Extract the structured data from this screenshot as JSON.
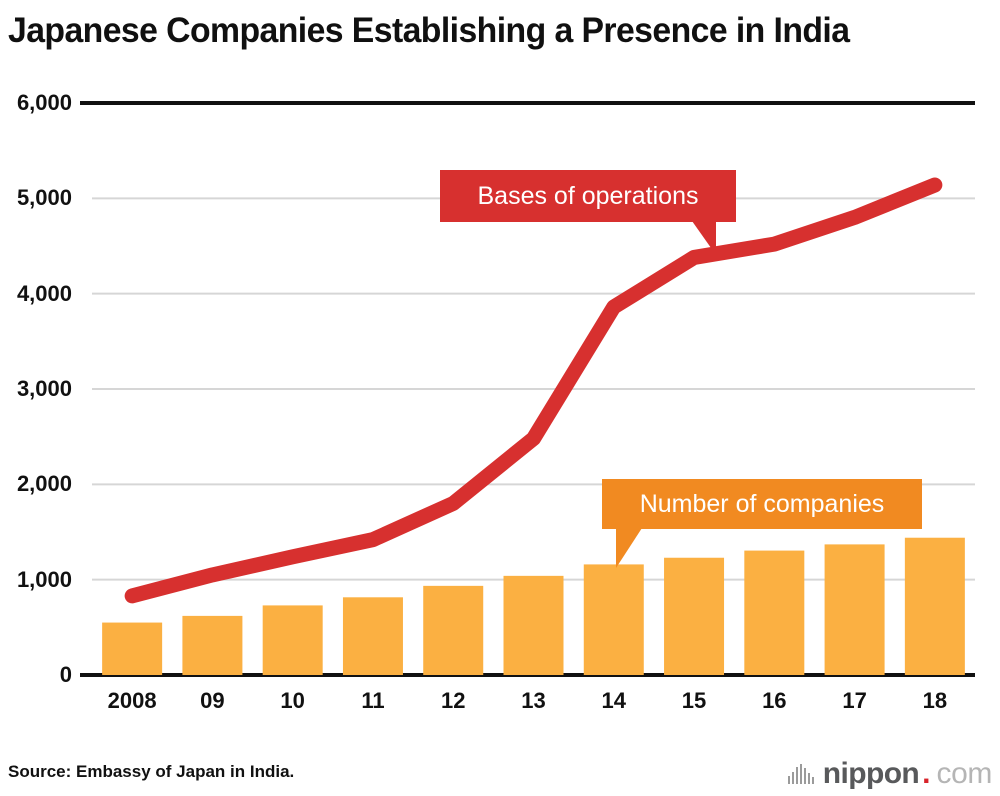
{
  "title": "Japanese Companies Establishing a Presence in India",
  "footer": {
    "source": "Source: Embassy of Japan in India.",
    "logo_word": "nippon",
    "logo_dot": ".",
    "logo_com": "com"
  },
  "colors": {
    "bar": "#fbb042",
    "line": "#d7302f",
    "callout_orange": "#f18a21",
    "callout_red": "#d7302f",
    "axis": "#111111",
    "grid": "#d6d6d6"
  },
  "chart_data": {
    "type": "bar",
    "title": "Japanese Companies Establishing a Presence in India",
    "xlabel": "",
    "ylabel": "",
    "ylim": [
      0,
      6000
    ],
    "ytick_step": 1000,
    "grid": true,
    "legend_position": "inline-callouts",
    "categories": [
      "2008",
      "09",
      "10",
      "11",
      "12",
      "13",
      "14",
      "15",
      "16",
      "17",
      "18"
    ],
    "ytick_labels": [
      "0",
      "1,000",
      "2,000",
      "3,000",
      "4,000",
      "5,000",
      "6,000"
    ],
    "series": [
      {
        "name": "Number of companies",
        "type": "bar",
        "color": "#fbb042",
        "values": [
          550,
          620,
          730,
          815,
          935,
          1040,
          1160,
          1230,
          1305,
          1370,
          1440
        ]
      },
      {
        "name": "Bases of operations",
        "type": "line",
        "color": "#d7302f",
        "values": [
          830,
          1050,
          1240,
          1420,
          1800,
          2480,
          3860,
          4380,
          4520,
          4800,
          5140
        ]
      }
    ],
    "annotations": [
      {
        "text": "Bases of operations",
        "series": "Bases of operations",
        "anchor_category": "14"
      },
      {
        "text": "Number of companies",
        "series": "Number of companies",
        "anchor_category": "14"
      }
    ]
  }
}
